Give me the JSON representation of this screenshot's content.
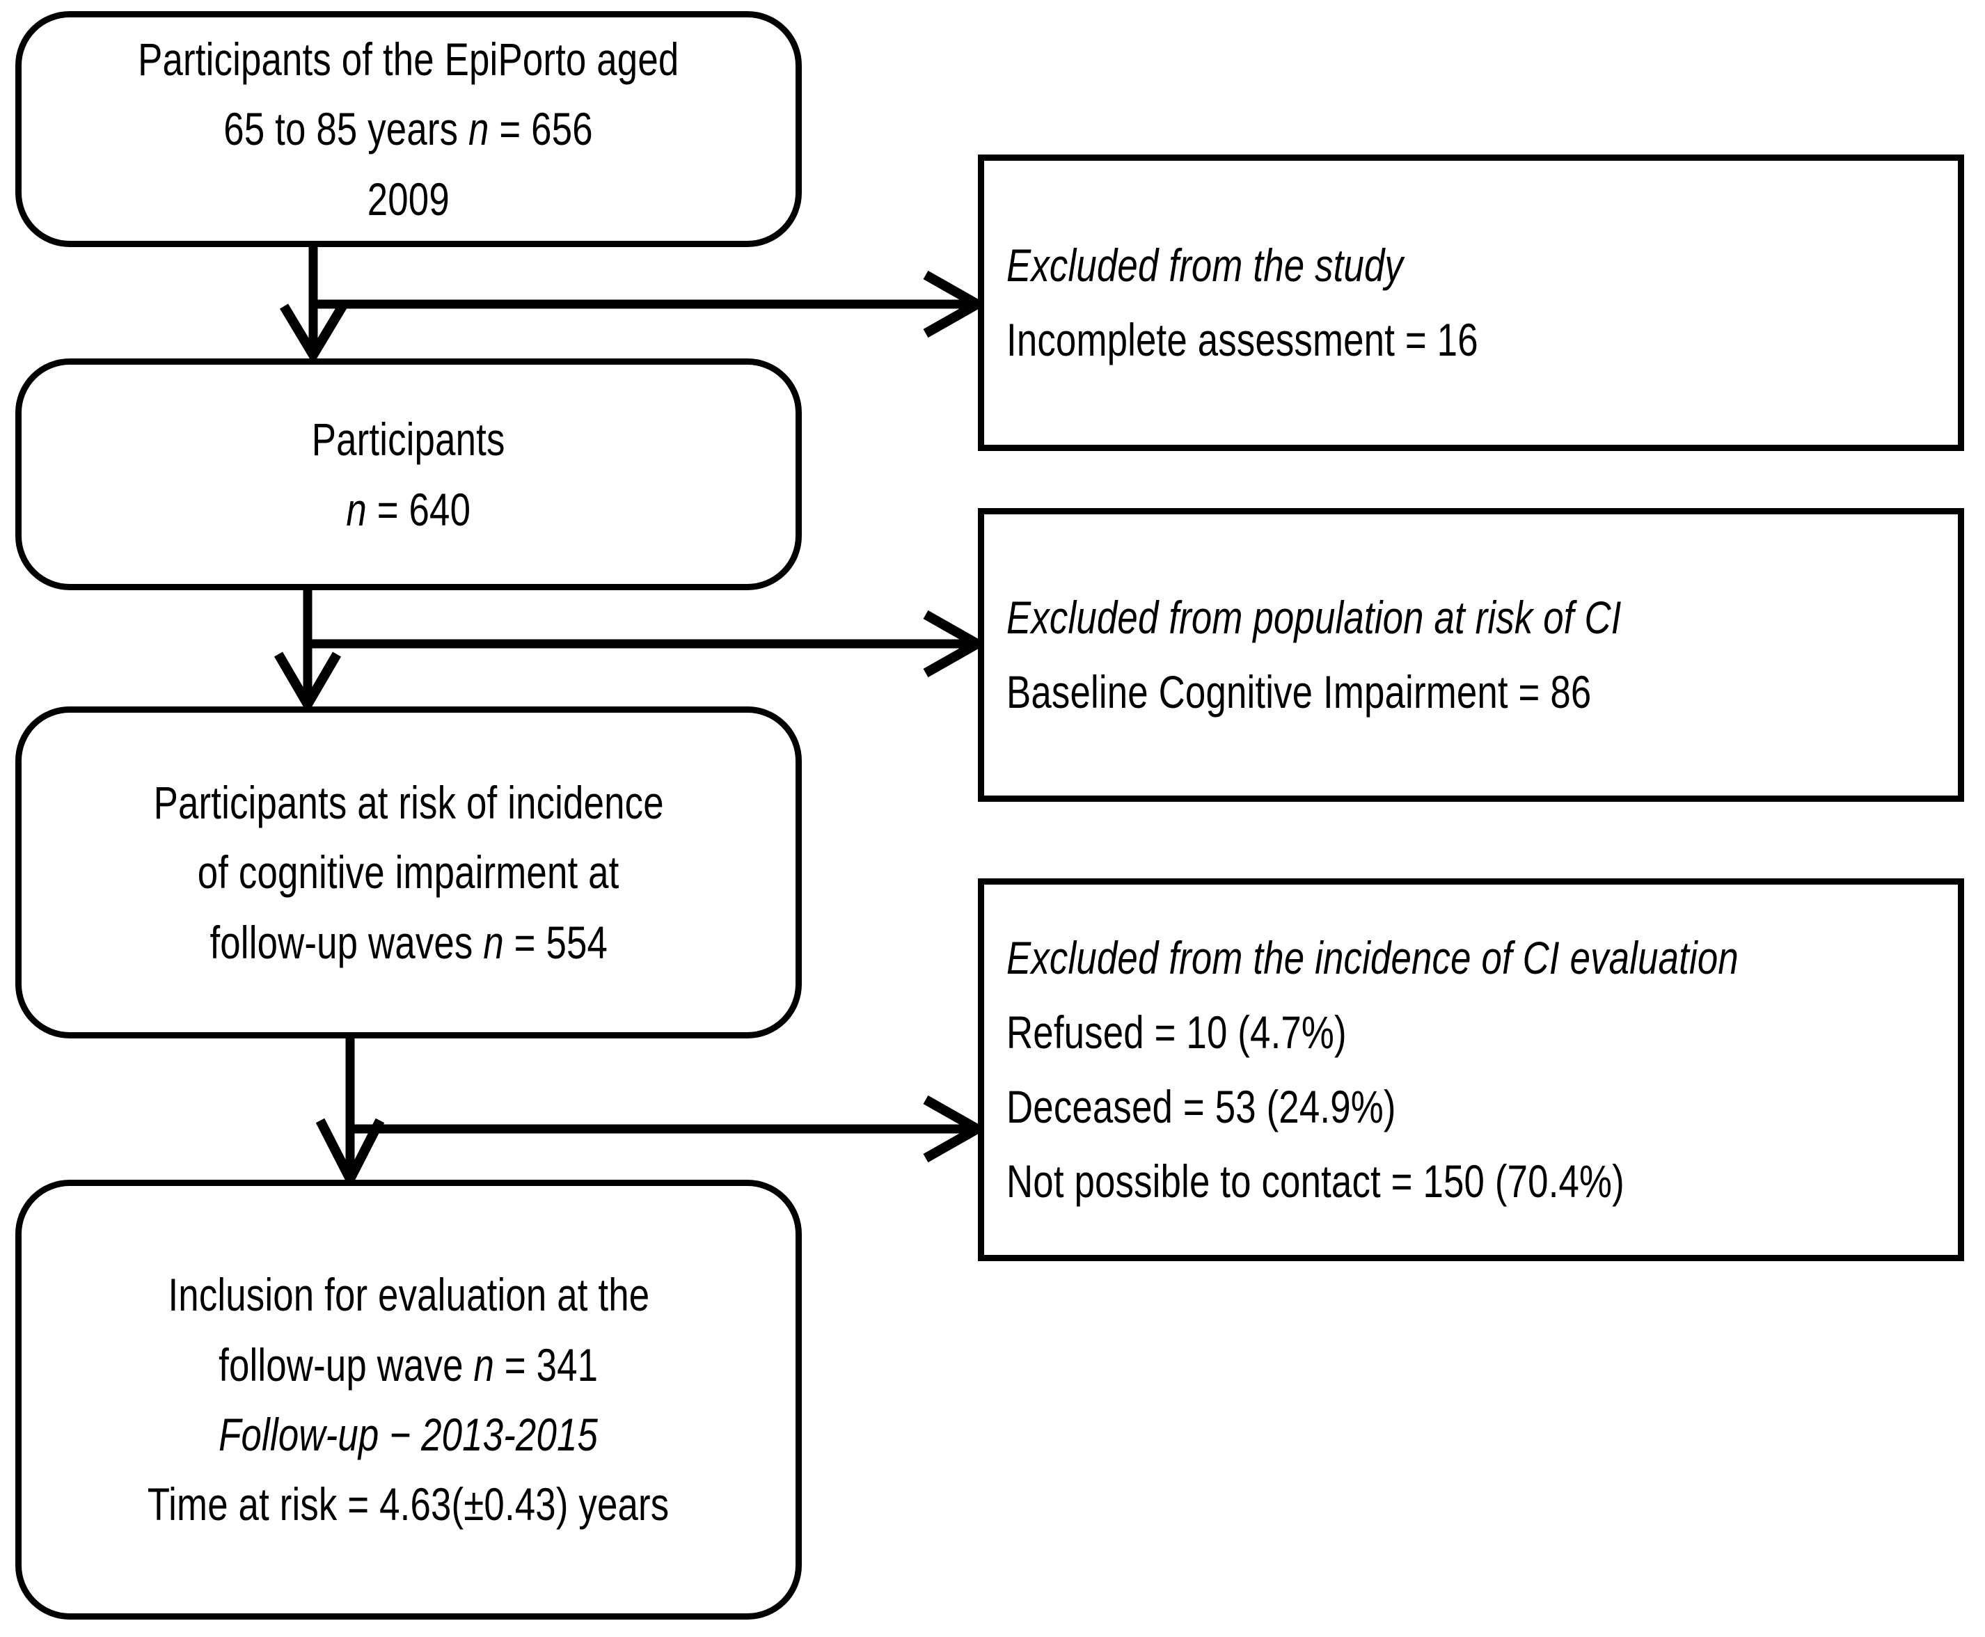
{
  "diagram": {
    "type": "study-flowchart",
    "title_visible": false,
    "colors": {
      "stroke": "#000000",
      "background": "#ffffff",
      "text": "#000000"
    },
    "main_nodes": [
      {
        "id": "node-enrollment",
        "shape": "rounded-rect",
        "lines": [
          {
            "text": "Participants of the EpiPorto aged",
            "style": "normal"
          },
          {
            "text": "65 to 85 years n = 656",
            "style": "normal-with-italic-n",
            "pre": "65 to 85 years ",
            "italic": "n",
            "post": " = 656"
          },
          {
            "text": "2009",
            "style": "normal"
          }
        ]
      },
      {
        "id": "node-participants",
        "shape": "rounded-rect",
        "lines": [
          {
            "text": "Participants",
            "style": "normal"
          },
          {
            "text": "n = 640",
            "style": "normal-with-italic-n",
            "pre": "",
            "italic": "n",
            "post": " = 640"
          }
        ]
      },
      {
        "id": "node-at-risk",
        "shape": "rounded-rect",
        "lines": [
          {
            "text": "Participants at risk of incidence",
            "style": "normal"
          },
          {
            "text": "of cognitive impairment at",
            "style": "normal"
          },
          {
            "text": "follow-up waves n = 554",
            "style": "normal-with-italic-n",
            "pre": "follow-up waves ",
            "italic": "n",
            "post": " = 554"
          }
        ]
      },
      {
        "id": "node-inclusion",
        "shape": "rounded-rect",
        "lines": [
          {
            "text": "Inclusion for evaluation at the",
            "style": "normal"
          },
          {
            "text": "follow-up wave n = 341",
            "style": "normal-with-italic-n",
            "pre": "follow-up wave ",
            "italic": "n",
            "post": " = 341"
          },
          {
            "text": "Follow-up  − 2013-2015",
            "style": "italic"
          },
          {
            "text": "Time at risk = 4.63(±0.43) years",
            "style": "normal"
          }
        ]
      }
    ],
    "exclusion_nodes": [
      {
        "id": "node-excluded-study",
        "shape": "rect",
        "lines": [
          {
            "text": "Excluded from the study",
            "style": "italic"
          },
          {
            "text": "Incomplete assessment = 16",
            "style": "normal"
          }
        ]
      },
      {
        "id": "node-excluded-at-risk",
        "shape": "rect",
        "lines": [
          {
            "text": "Excluded from population at risk of CI",
            "style": "italic"
          },
          {
            "text": "Baseline Cognitive Impairment = 86",
            "style": "normal"
          }
        ]
      },
      {
        "id": "node-excluded-incidence",
        "shape": "rect",
        "lines": [
          {
            "text": "Excluded from the incidence of CI evaluation",
            "style": "italic"
          },
          {
            "text": "Refused = 10 (4.7%)",
            "style": "normal"
          },
          {
            "text": "Deceased = 53 (24.9%)",
            "style": "normal"
          },
          {
            "text": "Not possible to contact = 150 (70.4%)",
            "style": "normal"
          }
        ]
      }
    ],
    "connectors": [
      {
        "id": "arrow-enrollment-to-participants",
        "kind": "vertical-arrow"
      },
      {
        "id": "arrow-enrollment-to-excluded-study",
        "kind": "horizontal-arrow"
      },
      {
        "id": "arrow-participants-to-at-risk",
        "kind": "vertical-arrow"
      },
      {
        "id": "arrow-participants-to-excluded-at-risk",
        "kind": "horizontal-arrow"
      },
      {
        "id": "arrow-at-risk-to-inclusion",
        "kind": "vertical-arrow"
      },
      {
        "id": "arrow-at-risk-to-excluded-incidence",
        "kind": "horizontal-arrow"
      }
    ]
  }
}
